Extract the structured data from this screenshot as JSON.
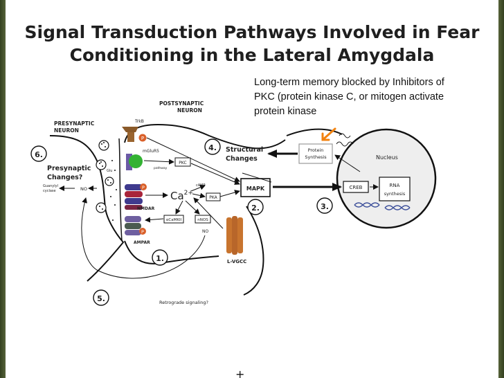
{
  "slide": {
    "title_line1": "Signal Transduction Pathways Involved in Fear",
    "title_line2": "Conditioning in the Lateral Amygdala",
    "note_line1": "Long-term memory blocked by Inhibitors of",
    "note_line2": "PKC (protein kinase C, or mitogen activate",
    "note_line3": "protein kinase"
  },
  "diagram": {
    "postsynaptic_line1": "POSTSYNAPTIC",
    "postsynaptic_line2": "NEURON",
    "presynaptic_line1": "PRESYNAPTIC",
    "presynaptic_line2": "NEURON",
    "trkb": "TrkB",
    "mglur5": "mGluR5",
    "pkc": "PKC",
    "nmdar": "NMDAR",
    "ampar": "AMPAR",
    "calcium": "Ca",
    "calcium_sup": "2+",
    "camp": "cAMP",
    "pka": "PKA",
    "acamkii": "αCaMKII",
    "nnos": "nNOS",
    "no_post": "NO",
    "no_pre": "NO",
    "mapk": "MAPK",
    "creb": "CREB",
    "rna_line1": "RNA",
    "rna_line2": "synthesis",
    "nucleus": "Nucleus",
    "protein_line1": "Protein",
    "protein_line2": "Synthesis",
    "lvgcc": "L-VGCC",
    "structural_line1": "Structural",
    "structural_line2": "Changes",
    "prepresynaptic_line1": "Presynaptic",
    "prepresynaptic_line2": "Changes?",
    "guanylyl_line1": "Guanylyl",
    "guanylyl_line2": "cyclase",
    "retrograde": "Retrograde signaling?",
    "step1": "1.",
    "step2": "2.",
    "step3": "3.",
    "step4": "4.",
    "step5": "5.",
    "step6": "6.",
    "p": "P",
    "glu": "Glu",
    "plus": "+"
  },
  "colors": {
    "background": "#ffffff",
    "frame": "#3e4a2c",
    "highlight_arrow": "#f2820f",
    "mglur_green": "#33b233",
    "phospho_orange": "#d9602a",
    "nmdar_purple": "#3f3a8e",
    "nmdar_red": "#a8243a",
    "ampar_violet": "#6e5fa0",
    "lvgcc_orange": "#c8742e",
    "trkb_brown": "#8a5a2a"
  }
}
